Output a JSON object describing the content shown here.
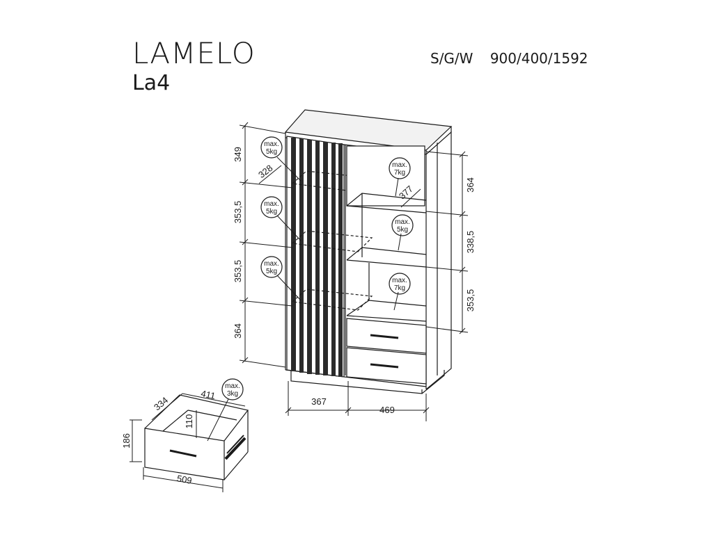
{
  "header": {
    "title": "LAMELO",
    "model": "La4",
    "dims_label": "S/G/W",
    "dims_value": "900/400/1592"
  },
  "cabinet": {
    "left_heights": [
      "349",
      "353,5",
      "353,5",
      "364"
    ],
    "right_heights": [
      "364",
      "338,5",
      "353,5"
    ],
    "shelf_depth_left": "328",
    "shelf_depth_right": "377",
    "width_left": "367",
    "width_right": "469",
    "loads_left": [
      {
        "line1": "max.",
        "line2": "5kg"
      },
      {
        "line1": "max.",
        "line2": "5kg"
      },
      {
        "line1": "max.",
        "line2": "5kg"
      }
    ],
    "loads_right": [
      {
        "line1": "max.",
        "line2": "7kg"
      },
      {
        "line1": "max.",
        "line2": "5kg"
      },
      {
        "line1": "max.",
        "line2": "7kg"
      }
    ]
  },
  "drawer": {
    "depth": "334",
    "inner_width": "411",
    "inner_height": "110",
    "height": "186",
    "width": "509",
    "load": {
      "line1": "max.",
      "line2": "3kg"
    }
  }
}
